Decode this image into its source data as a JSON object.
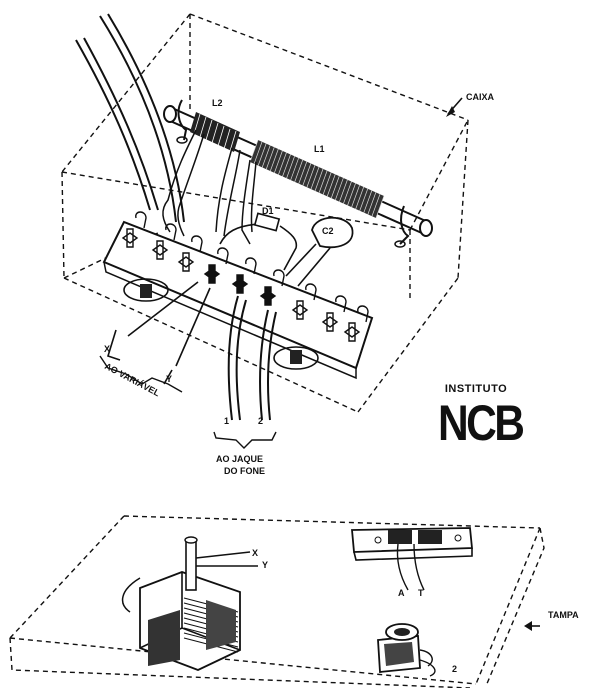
{
  "labels": {
    "caixa": "CAIXA",
    "l2": "L2",
    "l1": "L1",
    "d1": "D1",
    "c2": "C2",
    "ao_variavel": "AO VARIÁVEL",
    "x_upper": "X",
    "y_upper": "Y",
    "num_1": "1",
    "num_2": "2",
    "ao_jaque_line1": "AO JAQUE",
    "ao_jaque_line2": "DO FONE",
    "tampa": "TAMPA",
    "x_lower": "X",
    "y_lower": "Y",
    "a_label": "A",
    "t_label": "T",
    "num_2_lower": "2"
  },
  "logo": {
    "top": "INSTITUTO",
    "main": "NCB"
  }
}
